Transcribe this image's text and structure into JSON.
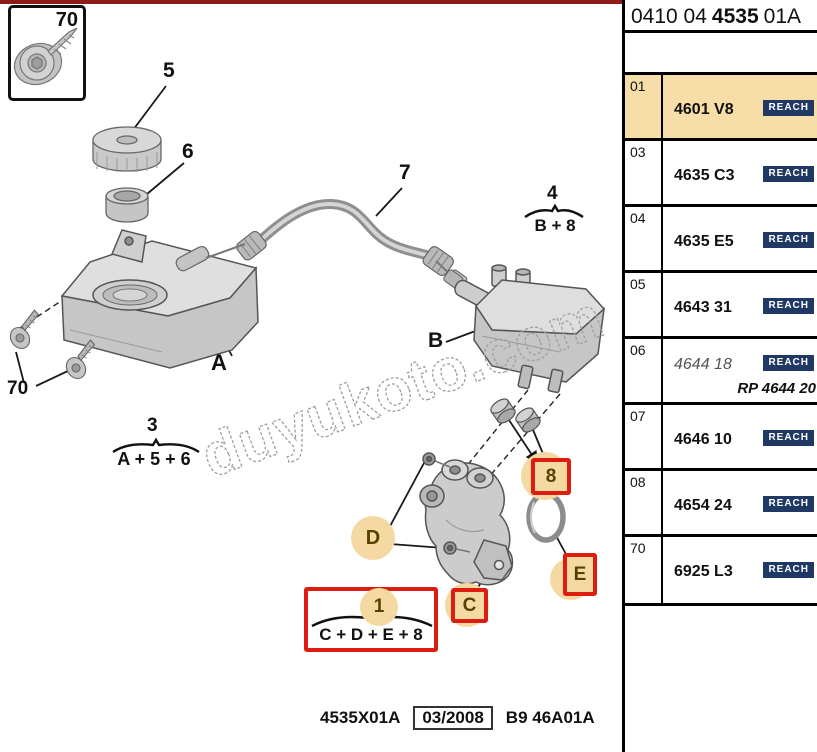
{
  "header": {
    "code_prefix": "0410 04",
    "code_main": "4535",
    "code_suffix": "01A"
  },
  "inset": {
    "label": "70"
  },
  "watermark": {
    "text": "duyukoto.com"
  },
  "table": {
    "reach_label": "REACH",
    "rows": [
      {
        "num": "01",
        "code": "4601 V8",
        "highlighted": true
      },
      {
        "num": "03",
        "code": "4635 C3"
      },
      {
        "num": "04",
        "code": "4635 E5"
      },
      {
        "num": "05",
        "code": "4643 31"
      },
      {
        "num": "06",
        "code": "4644 18",
        "note": "RP 4644 20",
        "variant": true
      },
      {
        "num": "07",
        "code": "4646 10"
      },
      {
        "num": "08",
        "code": "4654 24"
      },
      {
        "num": "70",
        "code": "6925 L3"
      }
    ]
  },
  "diagram": {
    "labels": {
      "cap": "5",
      "seal": "6",
      "hose": "7",
      "reservoir_a": "A",
      "reservoir_b": "B",
      "screw": "70",
      "pushrod_d": "D",
      "bushing_8": "8",
      "cylinder_c": "C",
      "oring_e": "E"
    },
    "groups": {
      "g3": {
        "num": "3",
        "formula": "A + 5 + 6"
      },
      "g4": {
        "num": "4",
        "formula": "B + 8"
      },
      "g1": {
        "num": "1",
        "formula": "C + D + E + 8"
      }
    }
  },
  "footer": {
    "drawing": "4535X01A",
    "date": "03/2008",
    "ref": "B9 46A01A"
  },
  "colors": {
    "topline": "#8E1A1A",
    "highlight": "#F7DEA9",
    "blob": "#F4D9A2",
    "red": "#DD1D10",
    "navy": "#1F3864",
    "olive": "#554200"
  }
}
